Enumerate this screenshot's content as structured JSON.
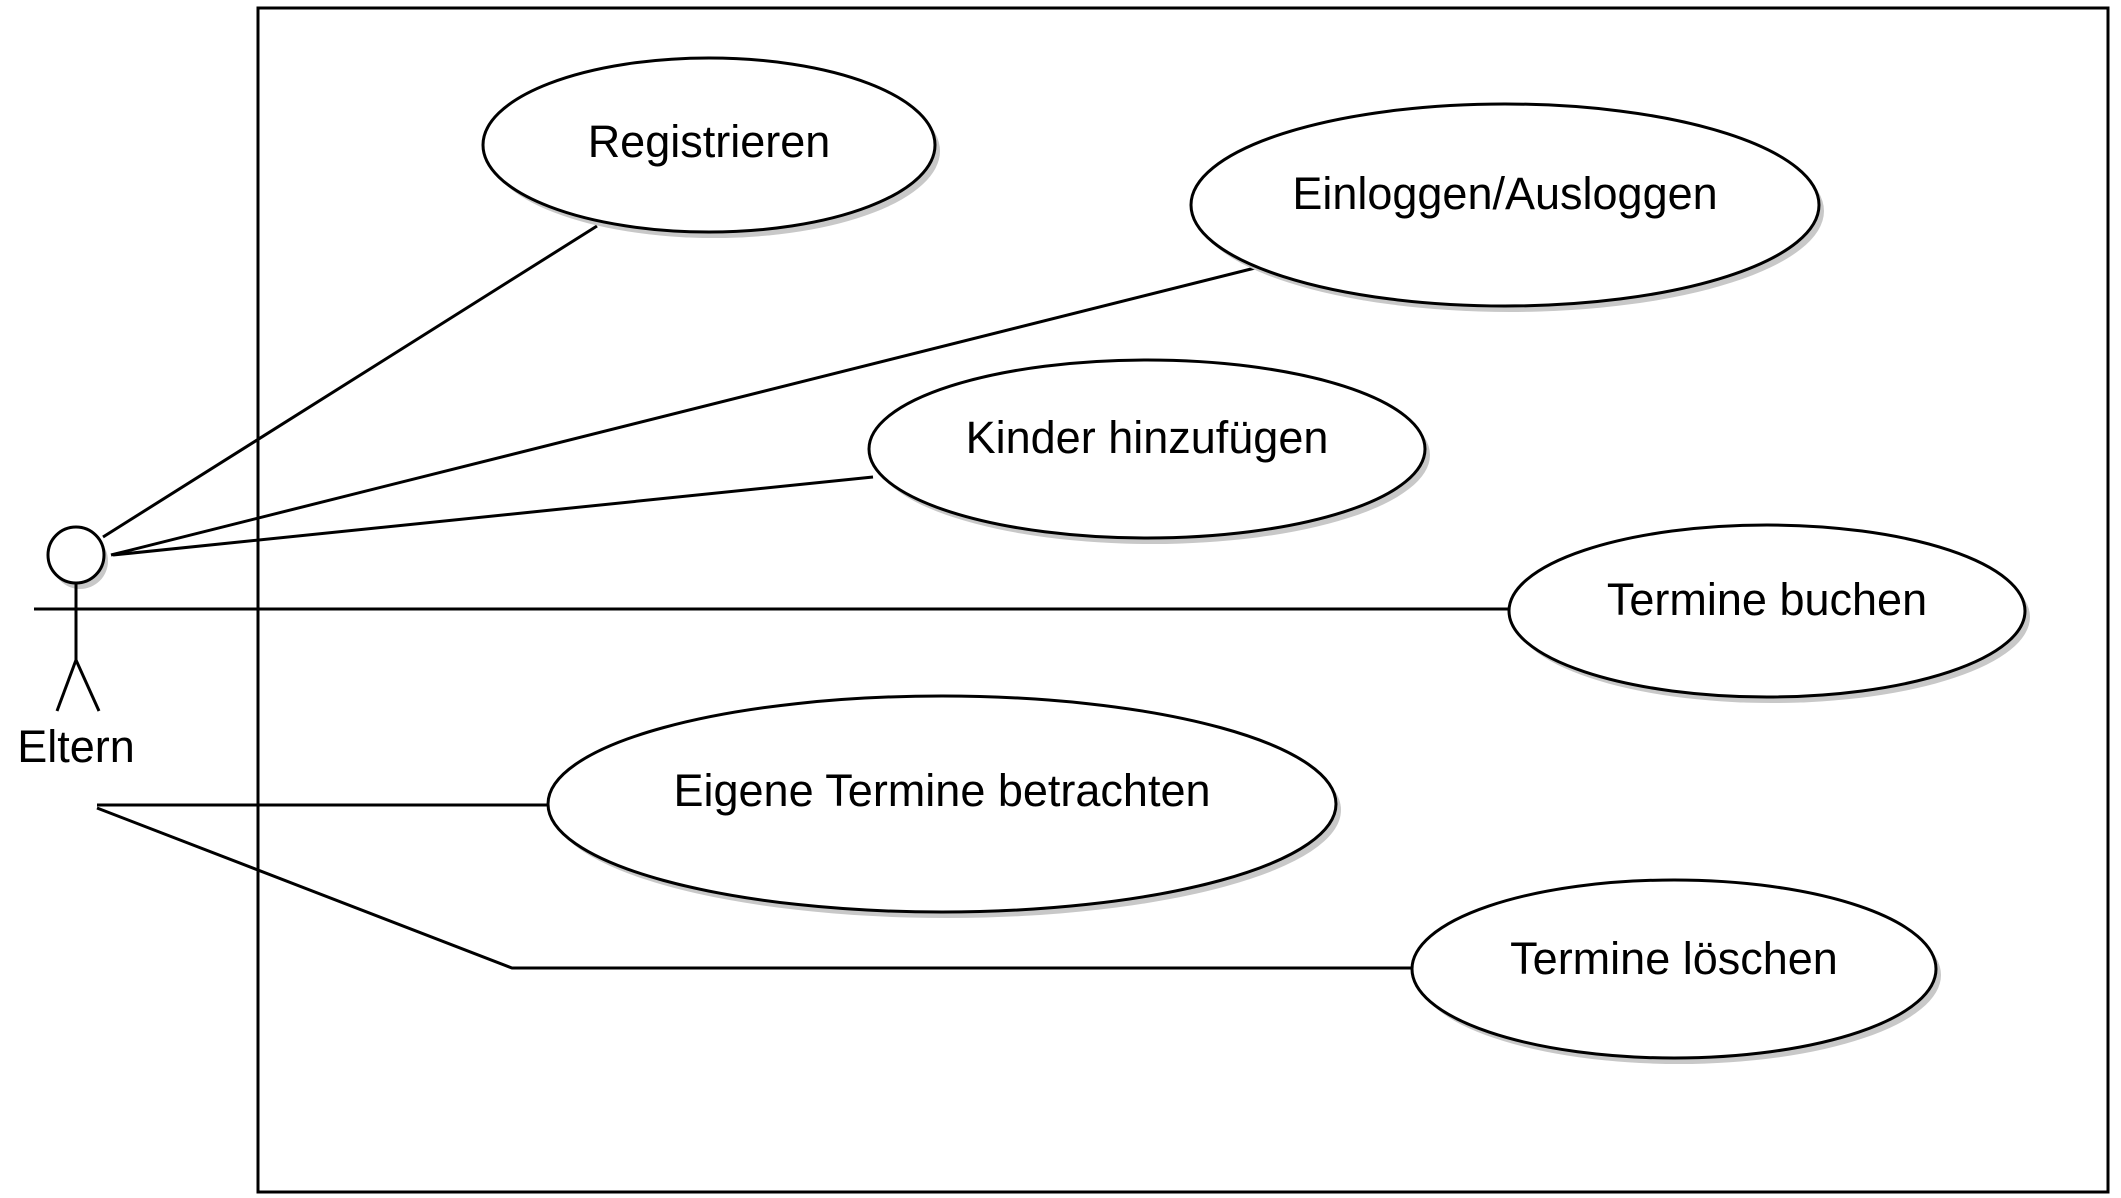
{
  "actor": {
    "label": "Eltern"
  },
  "use_cases": [
    {
      "id": "registrieren",
      "label": "Registrieren"
    },
    {
      "id": "einloggen",
      "label": "Einloggen/Ausloggen"
    },
    {
      "id": "kinder",
      "label": "Kinder hinzufügen"
    },
    {
      "id": "buchen",
      "label": "Termine buchen"
    },
    {
      "id": "betrachten",
      "label": "Eigene Termine betrachten"
    },
    {
      "id": "loeschen",
      "label": "Termine löschen"
    }
  ]
}
